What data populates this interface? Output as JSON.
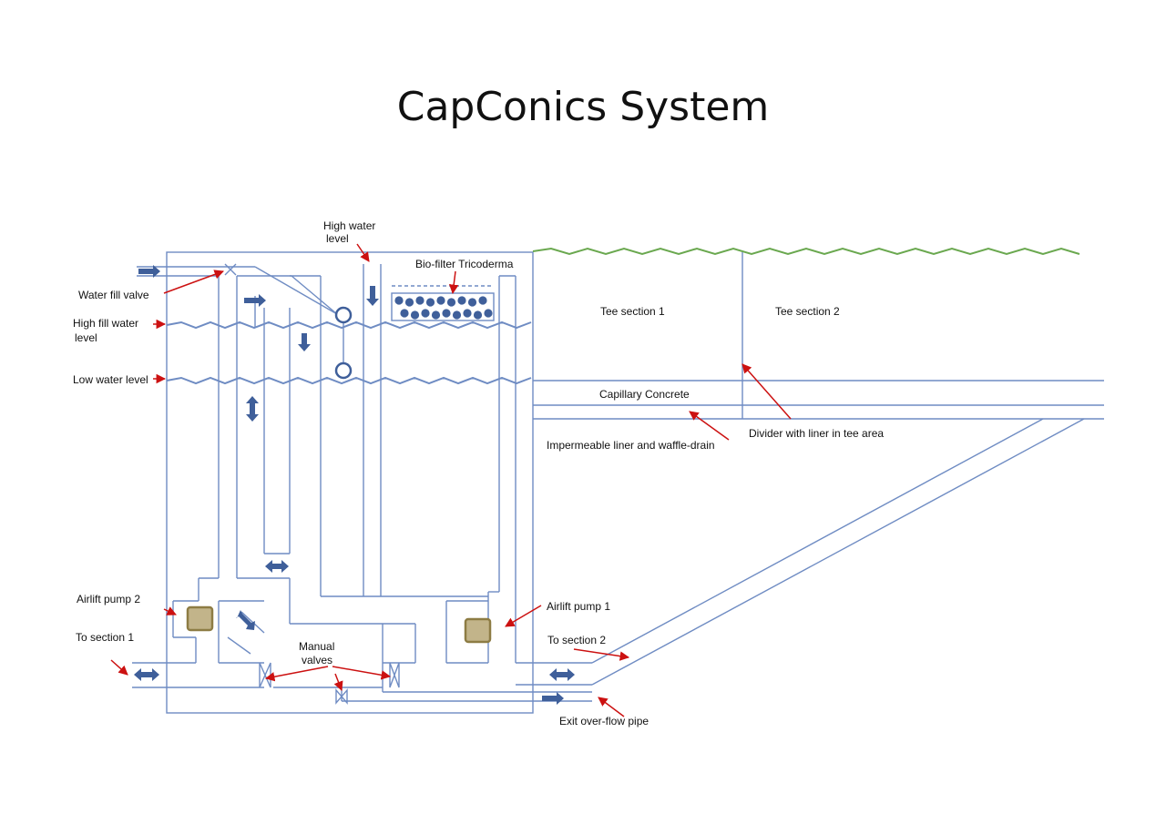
{
  "title": "CapConics System",
  "labels": {
    "high_water_level": [
      "High water",
      "level"
    ],
    "bio_filter": "Bio-filter Tricoderma",
    "water_fill_valve": "Water fill valve",
    "high_fill_water_level": [
      "High fill water",
      "level"
    ],
    "low_water_level": "Low water level",
    "tee_section_1": "Tee section 1",
    "tee_section_2": "Tee section 2",
    "capillary_concrete": "Capillary Concrete",
    "impermeable_liner": "Impermeable liner and waffle-drain",
    "divider": "Divider with liner in tee area",
    "airlift_pump_2": "Airlift pump 2",
    "airlift_pump_1": "Airlift pump 1",
    "to_section_1": "To section 1",
    "to_section_2": "To section 2",
    "manual_valves": [
      "Manual",
      "valves"
    ],
    "exit_overflow": "Exit over-flow pipe"
  },
  "colors": {
    "pipe": "#6f8cc3",
    "arrow_fill": "#3f5f9a",
    "callout": "#cc1111",
    "grass": "#6aa84f",
    "pump": "#c2b48a",
    "pump_border": "#8d7c44",
    "media": "#3f5f9a"
  }
}
